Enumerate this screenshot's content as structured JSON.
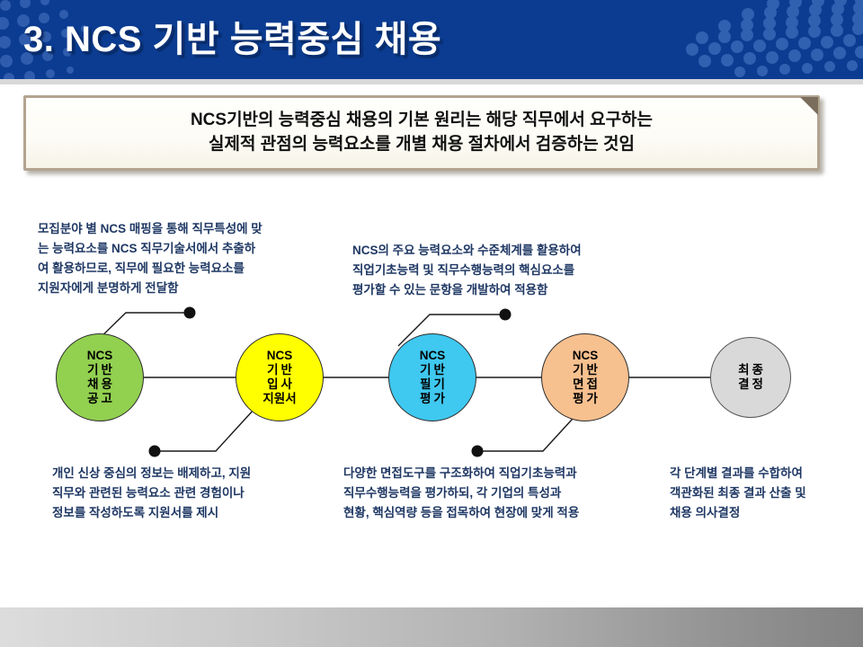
{
  "header": {
    "title": "3. NCS 기반 능력중심 채용",
    "bg_color": "#0B3C91",
    "dot_color": "#2f5cad"
  },
  "subtitle": {
    "line1": "NCS기반의 능력중심 채용의 기본 원리는 해당 직무에서 요구하는",
    "line2": "실제적 관점의 능력요소를 개별 채용 절차에서 검증하는 것임",
    "border_color": "#b3a490"
  },
  "diagram": {
    "nodes": [
      {
        "id": "node-recruitment-notice",
        "color": "#92D050",
        "lines": [
          "NCS",
          "기반",
          "채용",
          "공고"
        ]
      },
      {
        "id": "node-application-form",
        "color": "#FFFF00",
        "lines": [
          "NCS",
          "기반",
          "입사",
          "지원서"
        ]
      },
      {
        "id": "node-written-test",
        "color": "#3FC8F0",
        "lines": [
          "NCS",
          "기반",
          "필기",
          "평가"
        ]
      },
      {
        "id": "node-interview",
        "color": "#F7C08F",
        "lines": [
          "NCS",
          "기반",
          "면접",
          "평가"
        ]
      },
      {
        "id": "node-final-decision",
        "color": "#D9D9D9",
        "lines": [
          "최종",
          "결정"
        ]
      }
    ]
  },
  "callouts": {
    "top_left": {
      "lines": [
        "모집분야 별 NCS 매핑을 통해 직무특성에 맞",
        "는 능력요소를 NCS 직무기술서에서 추출하",
        "여 활용하므로, 직무에 필요한 능력요소를",
        "지원자에게 분명하게 전달함"
      ]
    },
    "top_mid": {
      "lines": [
        "NCS의 주요 능력요소와 수준체계를 활용하여",
        "직업기초능력 및 직무수행능력의 핵심요소를",
        "평가할 수 있는 문항을 개발하여 적용함"
      ]
    },
    "bottom_left": {
      "lines": [
        "개인 신상 중심의 정보는 배제하고, 지원",
        "직무와 관련된 능력요소 관련 경험이나",
        "정보를 작성하도록 지원서를 제시"
      ]
    },
    "bottom_mid": {
      "lines": [
        "다양한 면접도구를 구조화하여 직업기초능력과",
        "직무수행능력을 평가하되, 각 기업의 특성과",
        "현황, 핵심역량 등을 접목하여 현장에 맞게 적용"
      ]
    },
    "bottom_right": {
      "lines": [
        "각 단계별 결과를 수합하여",
        "객관화된 최종 결과 산출 및",
        "채용 의사결정"
      ]
    }
  },
  "colors": {
    "text_navy": "#1F3864",
    "line_black": "#1a1a1a",
    "footer_gradient_start": "#dcdcdc",
    "footer_gradient_end": "#828282"
  }
}
